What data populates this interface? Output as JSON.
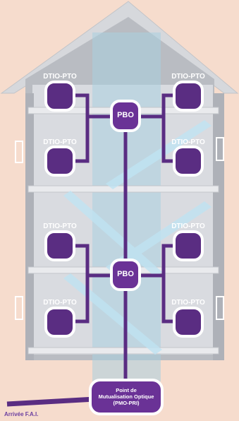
{
  "diagram": {
    "outlet_label": "DTIO-PTO",
    "pbo_label": "PBO",
    "pmo": {
      "line1": "Point de",
      "line2": "Mutualisation Optique",
      "line3": "(PMO-PRI)"
    },
    "arrival_label": "Arrivée F.A.I."
  },
  "colors": {
    "background": "#f6dccd",
    "fiber": "#5a2d82",
    "box": "#6a3296",
    "shaft": "#a9cfe0"
  }
}
